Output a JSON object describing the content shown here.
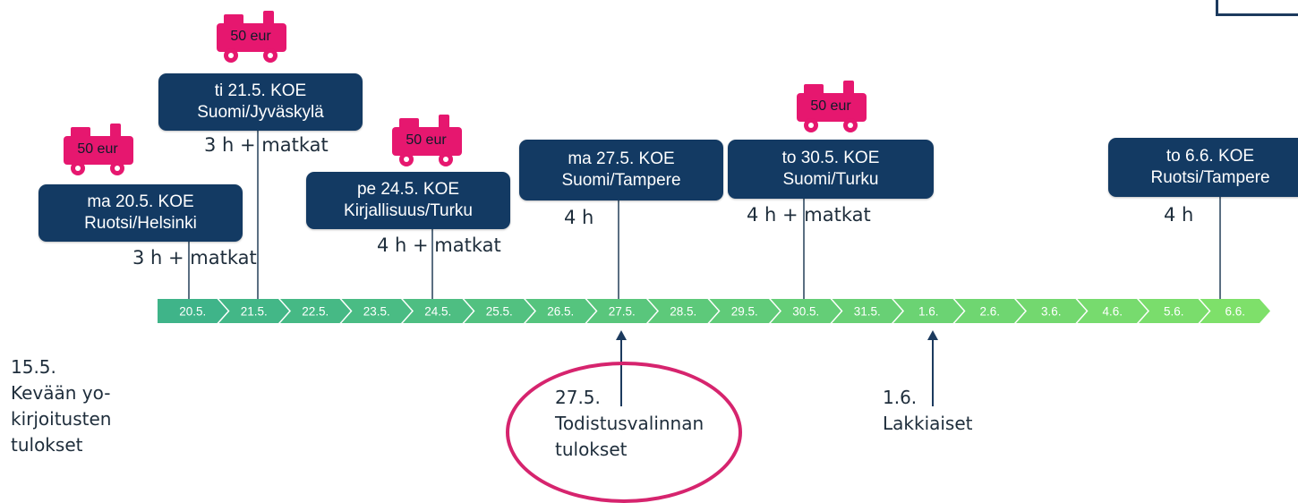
{
  "timeline": {
    "dates": [
      "20.5.",
      "21.5.",
      "22.5.",
      "23.5.",
      "24.5.",
      "25.5.",
      "26.5.",
      "27.5.",
      "28.5.",
      "29.5.",
      "30.5.",
      "31.5.",
      "1.6.",
      "2.6.",
      "3.6.",
      "4.6.",
      "5.6.",
      "6.6."
    ],
    "color_start": "#3fb489",
    "color_end": "#7ee06a"
  },
  "exams": [
    {
      "line1": "ma 20.5. KOE",
      "line2": "Ruotsi/Helsinki",
      "duration": "3 h + matkat",
      "price": "50 eur"
    },
    {
      "line1": "ti 21.5. KOE",
      "line2": "Suomi/Jyväskylä",
      "duration": "3 h + matkat",
      "price": "50 eur"
    },
    {
      "line1": "pe 24.5. KOE",
      "line2": "Kirjallisuus/Turku",
      "duration": "4 h + matkat",
      "price": "50 eur"
    },
    {
      "line1": "ma 27.5. KOE",
      "line2": "Suomi/Tampere",
      "duration": "4 h"
    },
    {
      "line1": "to 30.5. KOE",
      "line2": "Suomi/Turku",
      "duration": "4 h + matkat",
      "price": "50 eur"
    },
    {
      "line1": "to 6.6. KOE",
      "line2": "Ruotsi/Tampere",
      "duration": "4 h"
    }
  ],
  "notes": {
    "n1": [
      "15.5.",
      "Kevään yo-",
      "kirjoitusten",
      "tulokset"
    ],
    "n2": [
      "27.5.",
      "Todistusvalinnan",
      "tulokset"
    ],
    "n3": [
      "1.6.",
      "Lakkiaiset"
    ]
  },
  "colors": {
    "box": "#133a63",
    "train": "#e6176f",
    "highlight": "#d6246e"
  }
}
